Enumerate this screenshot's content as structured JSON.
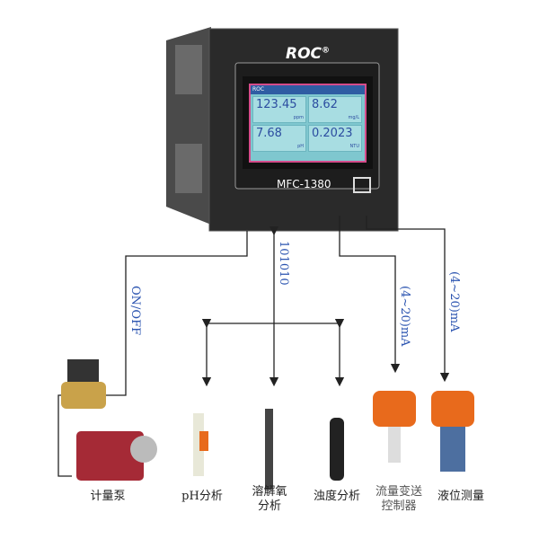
{
  "controller": {
    "brand": "ROC",
    "model": "MFC-1380",
    "brand_mark": "®",
    "screen": {
      "header": "ROC",
      "readings": [
        {
          "value": "123.45",
          "unit": "ppm"
        },
        {
          "value": "8.62",
          "unit": "mg/L"
        },
        {
          "value": "7.68",
          "unit": "pH"
        },
        {
          "value": "0.2023",
          "unit": "NTU"
        }
      ]
    }
  },
  "signals": {
    "onoff": "ON/OFF",
    "digital": "101010",
    "analog1": "(4~20)mA",
    "analog2": "(4~20)mA"
  },
  "devices": [
    {
      "label": "计量泵"
    },
    {
      "label": "pH分析"
    },
    {
      "label": "溶解氧\n分析"
    },
    {
      "label": "浊度分析"
    },
    {
      "label": "流量变送\n控制器"
    },
    {
      "label": "液位测量"
    }
  ],
  "colors": {
    "line": "#222222",
    "signal_text": "#2b54b0",
    "body": "#2a2a2a",
    "screen": "#7fc7cf",
    "pump": "#a52a36",
    "sensor_orange": "#e86a1c"
  }
}
